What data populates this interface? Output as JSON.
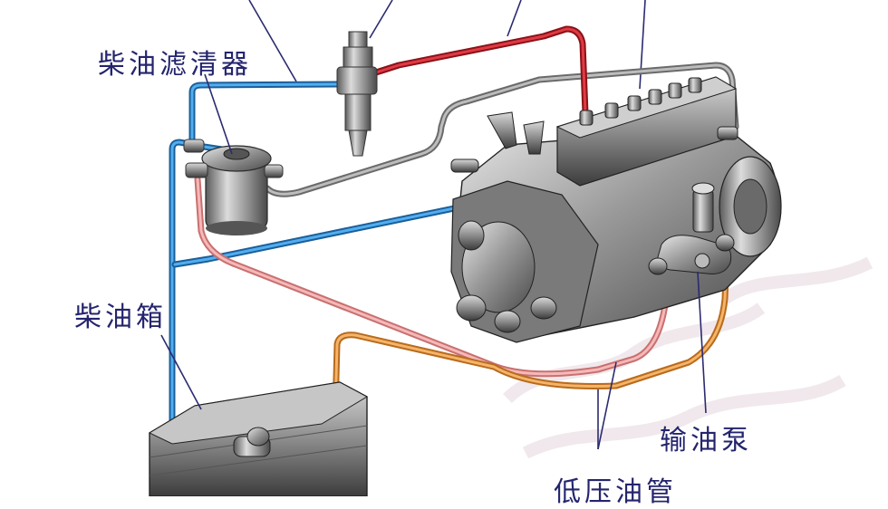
{
  "labels": {
    "fuel_filter": "柴油滤清器",
    "fuel_tank": "柴油箱",
    "feed_pump": "输油泵",
    "low_pressure_pipe": "低压油管"
  },
  "colors": {
    "high_pressure_pipe": "#c8202a",
    "supply_pipe_blue": "#2f8fd6",
    "return_pipe_gray": "#8c8c8c",
    "pink_pipe": "#e99a9a",
    "orange_pipe": "#e8953c",
    "label_text": "#24246e",
    "leader_line": "#2a2a70"
  },
  "icons": [
    "injector-icon",
    "fuel-filter-icon",
    "injection-pump-icon",
    "fuel-tank-icon",
    "feed-pump-icon"
  ]
}
